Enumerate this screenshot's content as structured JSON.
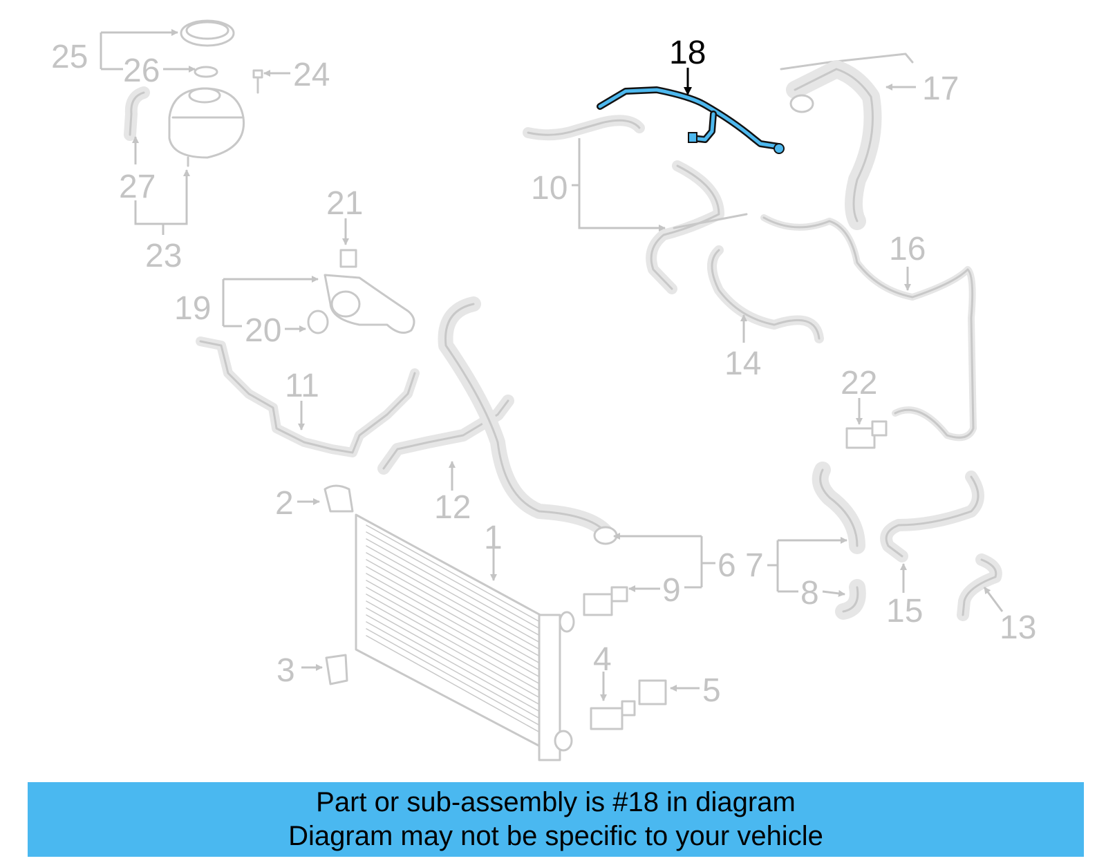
{
  "diagram": {
    "highlighted_part": "18",
    "highlight_color": "#4db8ee",
    "label_color": "#c4c4c4",
    "labels": [
      "1",
      "2",
      "3",
      "4",
      "5",
      "6",
      "7",
      "8",
      "9",
      "10",
      "11",
      "12",
      "13",
      "14",
      "15",
      "16",
      "17",
      "18",
      "19",
      "20",
      "21",
      "22",
      "23",
      "24",
      "25",
      "26",
      "27"
    ]
  },
  "banner": {
    "line1": "Part or sub-assembly is #18 in diagram",
    "line2": "Diagram may not be specific to your vehicle",
    "background": "#4ab8f0"
  }
}
